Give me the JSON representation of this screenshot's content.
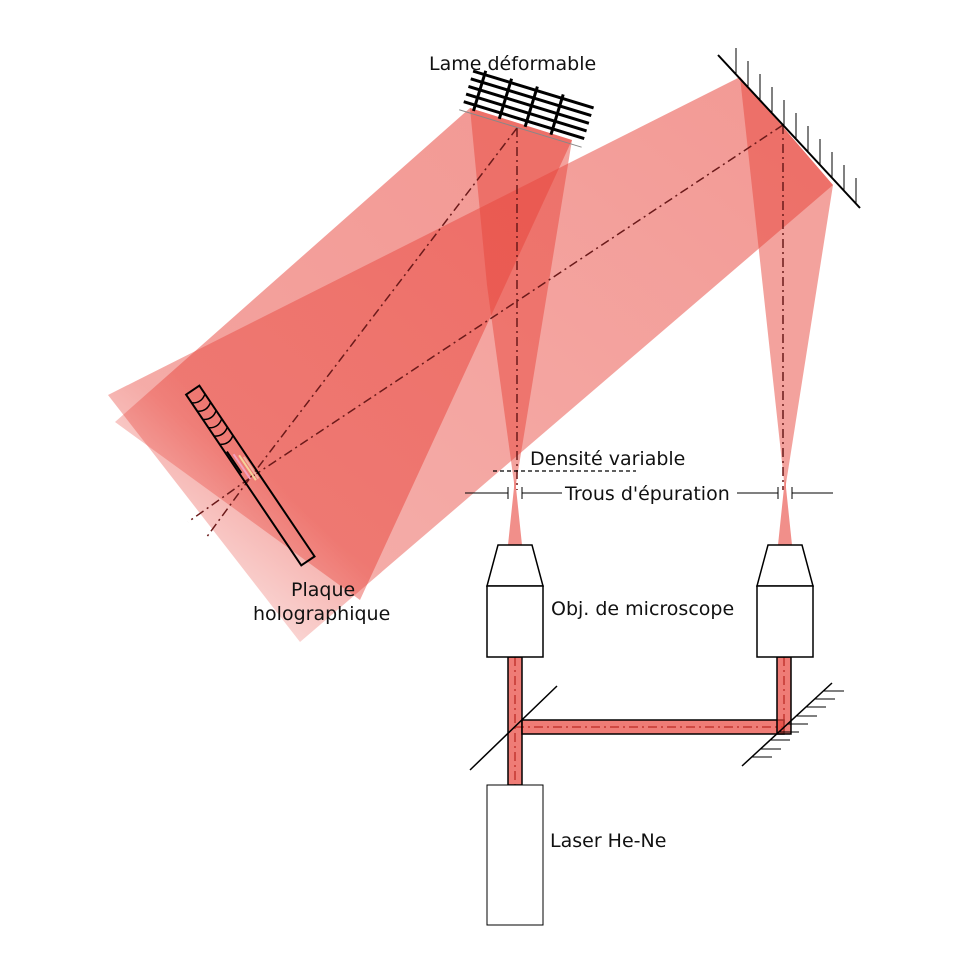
{
  "labels": {
    "deformable_plate": "Lame déformable",
    "variable_density": "Densité variable",
    "pinholes": "Trous d'épuration",
    "holographic_plate_line1": "Plaque",
    "holographic_plate_line2": "holographique",
    "microscope_objective": "Obj. de microscope",
    "laser": "Laser He-Ne"
  },
  "colors": {
    "beam": "#e8453c",
    "axis": "#6b1a1a",
    "outline": "#000000"
  }
}
